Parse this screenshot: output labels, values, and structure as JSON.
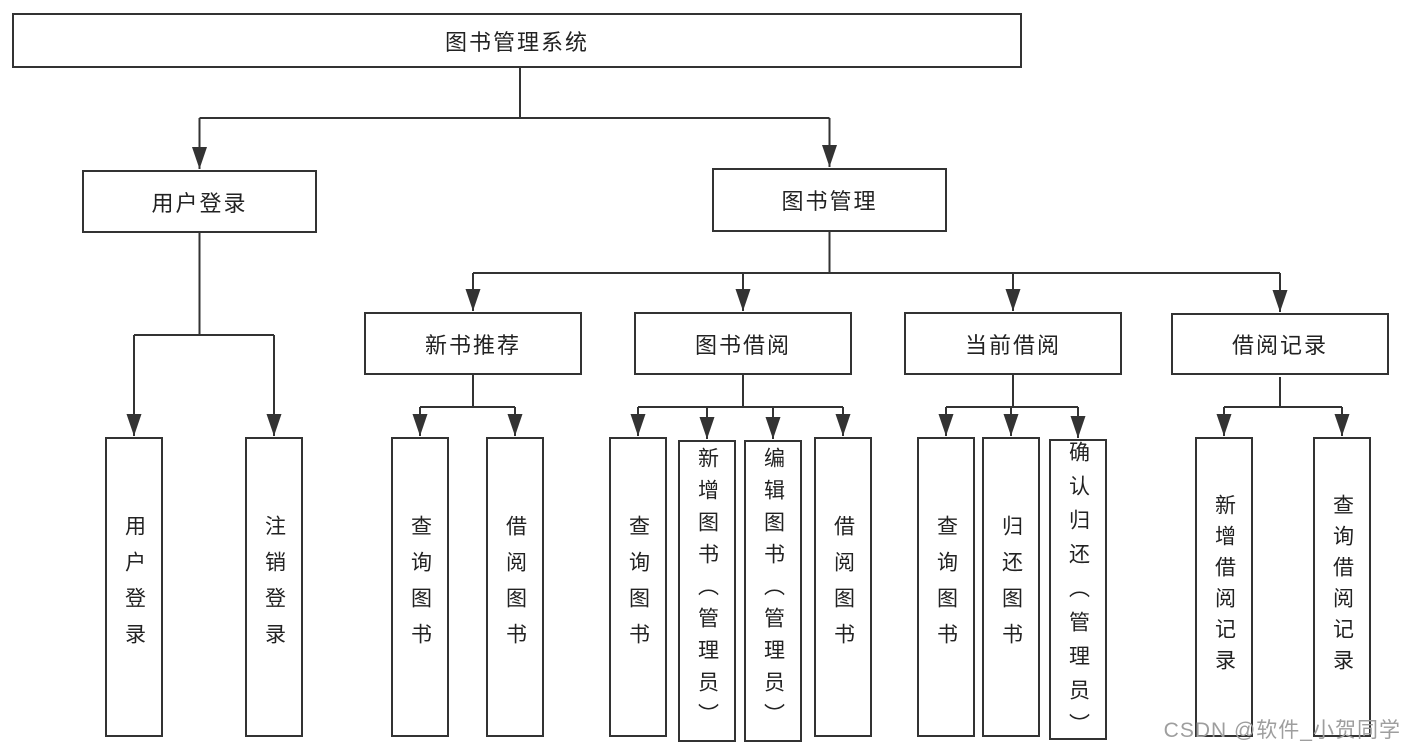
{
  "nodes": {
    "root": "图书管理系统",
    "user_login": "用户登录",
    "book_mgmt": "图书管理",
    "new_book_rec": "新书推荐",
    "book_borrow": "图书借阅",
    "current_borrow": "当前借阅",
    "borrow_records": "借阅记录",
    "user_login_children": [
      "用户登录",
      "注销登录"
    ],
    "new_book_rec_children": [
      "查询图书",
      "借阅图书"
    ],
    "book_borrow_children": [
      "查询图书",
      "新增图书（管理员）",
      "编辑图书（管理员）",
      "借阅图书"
    ],
    "current_borrow_children": [
      "查询图书",
      "归还图书",
      "确认归还（管理员）"
    ],
    "borrow_records_children": [
      "新增借阅记录",
      "查询借阅记录"
    ]
  },
  "watermark": {
    "text": "CSDN @软件_小贺同学"
  },
  "colors": {
    "line": "#333333",
    "box_border": "#333333",
    "text": "#222222",
    "watermark": "#9e9e9e",
    "background": "#ffffff"
  }
}
